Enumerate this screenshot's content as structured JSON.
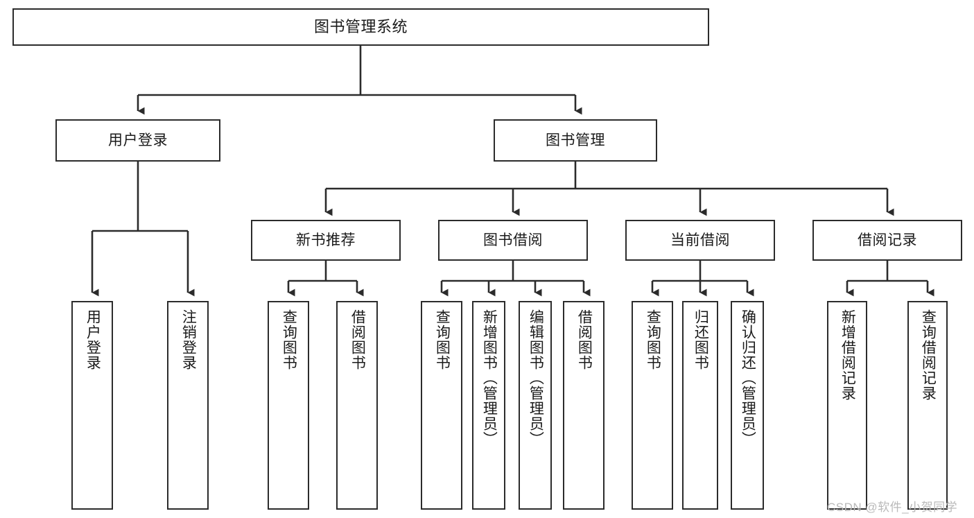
{
  "diagram": {
    "title": "图书管理系统",
    "type": "tree-hierarchy",
    "background_color": "#ffffff",
    "box_border_color": "#2b2b2b",
    "connector_color": "#2b2b2b",
    "text_color": "#1a1a1a",
    "watermark": "CSDN @软件_小贺同学",
    "watermark_color": "#b9b9b9"
  },
  "nodes": {
    "root": {
      "label": "图书管理系统"
    },
    "level1": [
      {
        "label": "用户登录"
      },
      {
        "label": "图书管理"
      }
    ],
    "level2": [
      {
        "label": "新书推荐"
      },
      {
        "label": "图书借阅"
      },
      {
        "label": "当前借阅"
      },
      {
        "label": "借阅记录"
      }
    ],
    "leaves": {
      "user_login": [
        {
          "label": "用户登录"
        },
        {
          "label": "注销登录"
        }
      ],
      "new_book_recommend": [
        {
          "label": "查询图书"
        },
        {
          "label": "借阅图书"
        }
      ],
      "book_borrow": [
        {
          "label": "查询图书"
        },
        {
          "label": "新增图书（管理员）"
        },
        {
          "label": "编辑图书（管理员）"
        },
        {
          "label": "借阅图书"
        }
      ],
      "current_borrow": [
        {
          "label": "查询图书"
        },
        {
          "label": "归还图书"
        },
        {
          "label": "确认归还（管理员）"
        }
      ],
      "borrow_record": [
        {
          "label": "新增借阅记录"
        },
        {
          "label": "查询借阅记录"
        }
      ]
    }
  },
  "chart_data": {
    "type": "tree",
    "title": "图书管理系统",
    "nodes": [
      {
        "id": "root",
        "label": "图书管理系统",
        "parent": null,
        "level": 0
      },
      {
        "id": "n1",
        "label": "用户登录",
        "parent": "root",
        "level": 1
      },
      {
        "id": "n2",
        "label": "图书管理",
        "parent": "root",
        "level": 1
      },
      {
        "id": "n1a",
        "label": "用户登录",
        "parent": "n1",
        "level": 2
      },
      {
        "id": "n1b",
        "label": "注销登录",
        "parent": "n1",
        "level": 2
      },
      {
        "id": "n2a",
        "label": "新书推荐",
        "parent": "n2",
        "level": 2
      },
      {
        "id": "n2b",
        "label": "图书借阅",
        "parent": "n2",
        "level": 2
      },
      {
        "id": "n2c",
        "label": "当前借阅",
        "parent": "n2",
        "level": 2
      },
      {
        "id": "n2d",
        "label": "借阅记录",
        "parent": "n2",
        "level": 2
      },
      {
        "id": "n2a1",
        "label": "查询图书",
        "parent": "n2a",
        "level": 3
      },
      {
        "id": "n2a2",
        "label": "借阅图书",
        "parent": "n2a",
        "level": 3
      },
      {
        "id": "n2b1",
        "label": "查询图书",
        "parent": "n2b",
        "level": 3
      },
      {
        "id": "n2b2",
        "label": "新增图书（管理员）",
        "parent": "n2b",
        "level": 3
      },
      {
        "id": "n2b3",
        "label": "编辑图书（管理员）",
        "parent": "n2b",
        "level": 3
      },
      {
        "id": "n2b4",
        "label": "借阅图书",
        "parent": "n2b",
        "level": 3
      },
      {
        "id": "n2c1",
        "label": "查询图书",
        "parent": "n2c",
        "level": 3
      },
      {
        "id": "n2c2",
        "label": "归还图书",
        "parent": "n2c",
        "level": 3
      },
      {
        "id": "n2c3",
        "label": "确认归还（管理员）",
        "parent": "n2c",
        "level": 3
      },
      {
        "id": "n2d1",
        "label": "新增借阅记录",
        "parent": "n2d",
        "level": 3
      },
      {
        "id": "n2d2",
        "label": "查询借阅记录",
        "parent": "n2d",
        "level": 3
      }
    ]
  }
}
